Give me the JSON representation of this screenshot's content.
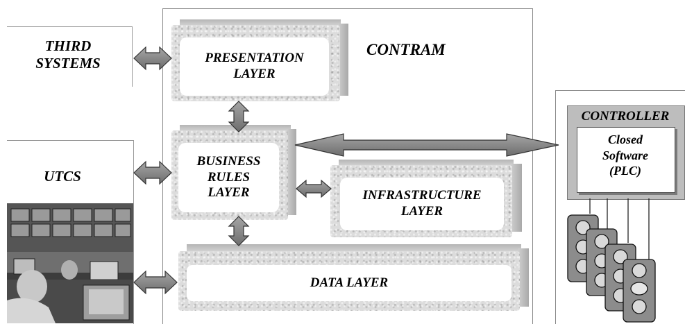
{
  "external": {
    "third_systems": "THIRD\nSYSTEMS",
    "utcs": "UTCS"
  },
  "contram": {
    "title": "CONTRAM",
    "layers": {
      "presentation": "PRESENTATION\nLAYER",
      "business_rules": "BUSINESS\nRULES\nLAYER",
      "infrastructure": "INFRASTRUCTURE\nLAYER",
      "data": "DATA LAYER"
    }
  },
  "controller": {
    "title": "CONTROLLER",
    "inner": "Closed\nSoftware\n(PLC)"
  },
  "colors": {
    "arrow_fill": "#8a8a8a",
    "arrow_stroke": "#333333",
    "panel_border": "#888888",
    "controller_bg": "#bdbdbd",
    "traffic_light": "#8c8c8c"
  },
  "icons": {
    "control_room": "control-room-photo",
    "traffic_lights": "traffic-light-icons"
  }
}
